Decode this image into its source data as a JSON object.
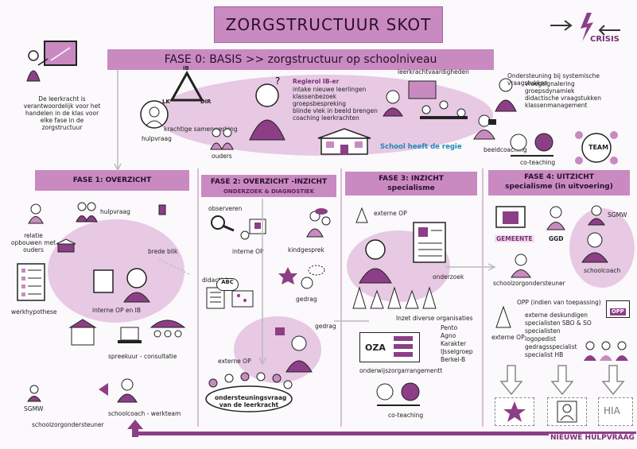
{
  "title": "ZORGSTRUCTUUR SKOT",
  "crisis": "CRISIS",
  "phase0": {
    "title": "FASE 0: BASIS >> zorgstructuur op schoolniveau",
    "teacher_text": "De leerkracht is verantwoordelijk voor het handelen in de klas voor elke fase in de zorgstructuur",
    "triangle": {
      "top": "IB",
      "left": "LK",
      "right": "DIR"
    },
    "samenwerking": "krachtige samenwerking",
    "hulpvraag": "hulpvraag",
    "ouders": "ouders",
    "regie_title": "Regierol IB-er",
    "regie_items": [
      "intake nieuwe leerlingen",
      "klassenbezoek",
      "groepsbespreking",
      "blinde vlek in beeld brengen",
      "coaching leerkrachten"
    ],
    "vaardigheden": "leerkrachtvaardigheden",
    "ondersteuning_title": "Ondersteuning bij systemische vraagstukken",
    "ondersteuning_items": [
      "vroegsignalering",
      "groepsdynamiek",
      "didactische vraagstukken",
      "klassenmanagement"
    ],
    "beeldcoaching": "beeldcoaching",
    "team": "TEAM",
    "coteaching": "co-teaching",
    "regie": "School heeft de regie"
  },
  "phase1": {
    "title": "FASE 1: OVERZICHT",
    "relatie": "relatie opbouwen met ouders",
    "hulpvraag": "hulpvraag",
    "brede_blik": "brede blik",
    "interne": "interne OP en IB",
    "werkhypothese": "werkhypothese",
    "spreekuur": "spreekuur - consultatie",
    "sgmw": "SGMW",
    "schoolzorg": "schoolzorgondersteuner",
    "schoolcoach": "schoolcoach - werkteam"
  },
  "phase2": {
    "title": "FASE 2: OVERZICHT -INZICHT",
    "subtitle": "ONDERZOEK & DIAGNOSTIEK",
    "observeren": "observeren",
    "interne_op": "interne OP",
    "kindgesprek": "kindgesprek",
    "didactiek": "didactiek",
    "abc": "ABC",
    "gedrag": "gedrag",
    "externe_op": "externe OP",
    "vraag": "ondersteuningsvraag van de leerkracht"
  },
  "phase3": {
    "title": "FASE 3: INZICHT",
    "subtitle": "specialisme",
    "externe_op": "externe OP",
    "onderzoek": "onderzoek",
    "gedrag": "gedrag",
    "inzet": "Inzet diverse organisaties",
    "orgs": [
      "Pento",
      "Agno",
      "Karakter",
      "IJsselgroep",
      "Berkel-B"
    ],
    "oza": "OZA",
    "arrangement": "onderwijszorgarrangementt",
    "coteaching": "co-teaching"
  },
  "phase4": {
    "title": "FASE 4: UITZICHT",
    "subtitle": "specialisme (in uitvoering)",
    "gemeente": "GEMEENTE",
    "ggd": "GGD",
    "sgmw": "SGMW",
    "schoolcoach": "schoolcoach",
    "schoolzorg": "schoolzorgondersteuner",
    "opp": "OPP (indien van toepassing)",
    "opp_badge": "OPP",
    "externe_op": "externe OP",
    "deskundigen": [
      "externe deskundigen",
      "specialisten SBO & SO",
      "specialisten",
      "logopedist",
      "gedragsspecialist",
      "specialist HB"
    ],
    "hia": "HIA"
  },
  "nieuwe_hulpvraag": "NIEUWE HULPVRAAG",
  "colors": {
    "accent": "#c98ac1",
    "blob": "#e7c9e4",
    "dark": "#7a2d73"
  }
}
